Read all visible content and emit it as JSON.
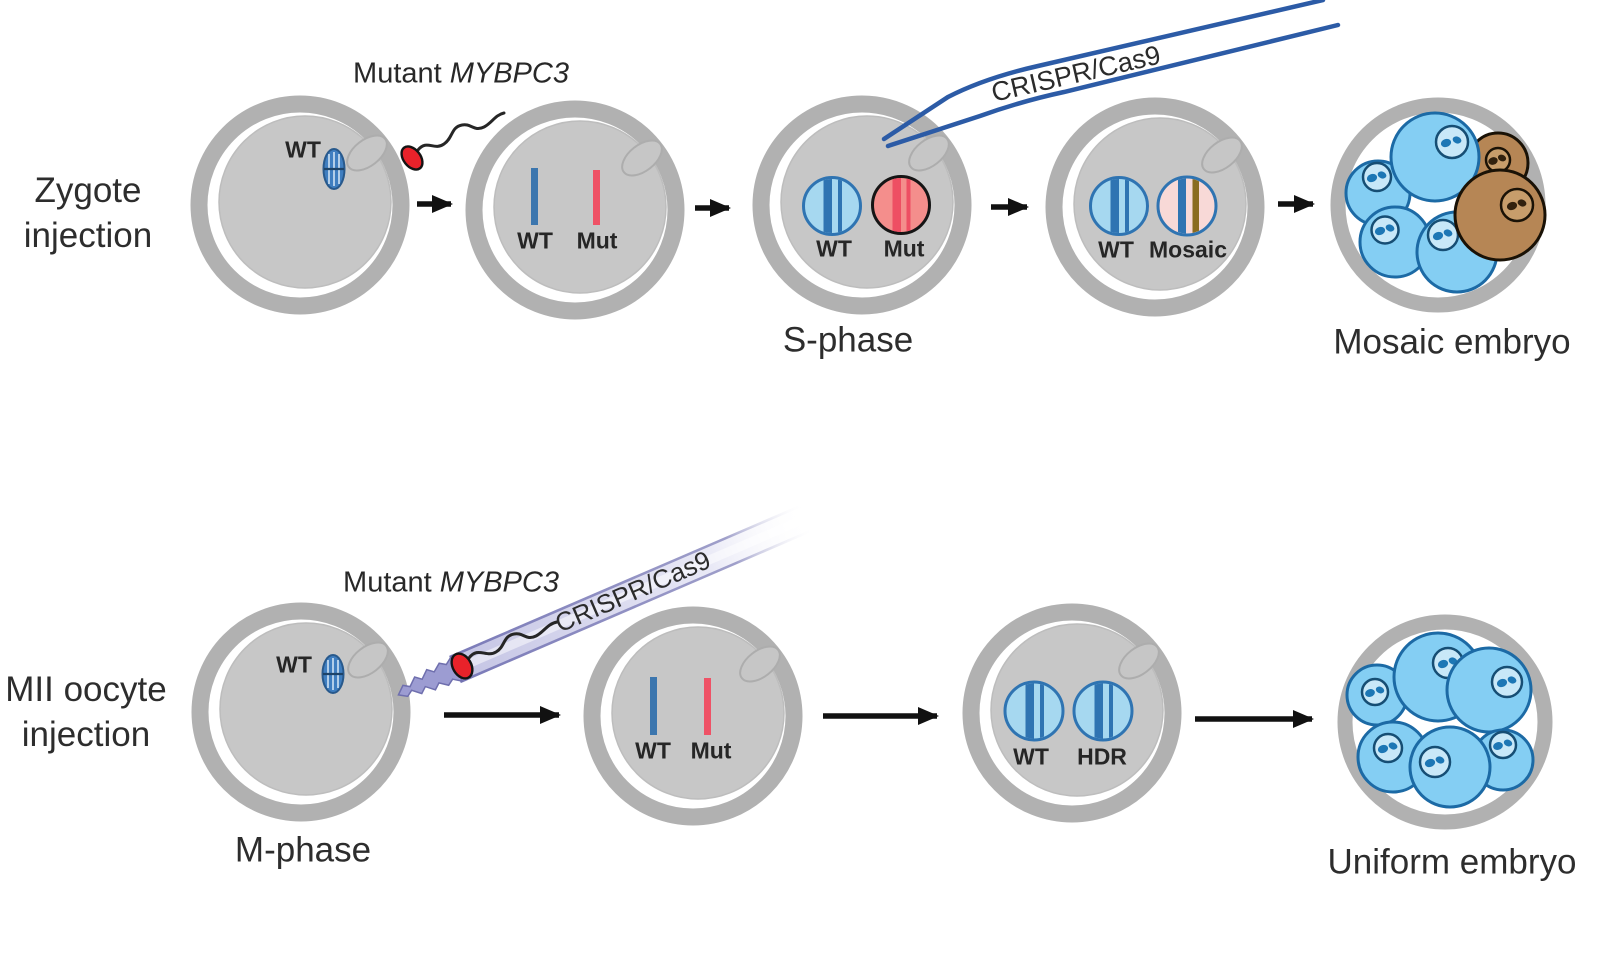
{
  "figure": {
    "top_row": {
      "row_label": "Zygote injection",
      "sperm_label": {
        "prefix": "Mutant",
        "gene": "MYBPC3"
      },
      "pipette_label": "CRISPR/Cas9",
      "zygote_cell": {
        "spindle_label": "WT"
      },
      "pronuclear_cell": {
        "wt": "WT",
        "mut": "Mut"
      },
      "s_phase_cell": {
        "wt": "WT",
        "mut": "Mut",
        "caption": "S-phase"
      },
      "post_edit_cell": {
        "wt": "WT",
        "mosaic": "Mosaic"
      },
      "embryo": {
        "caption": "Mosaic embryo"
      }
    },
    "bottom_row": {
      "row_label": "MII oocyte injection",
      "sperm_label": {
        "prefix": "Mutant",
        "gene": "MYBPC3"
      },
      "pipette_label": "CRISPR/Cas9",
      "oocyte_cell": {
        "spindle_label": "WT",
        "caption": "M-phase"
      },
      "pronuclear_cell": {
        "wt": "WT",
        "mut": "Mut"
      },
      "post_edit_cell": {
        "wt": "WT",
        "hdr": "HDR"
      },
      "embryo": {
        "caption": "Uniform embryo"
      }
    },
    "icons": {
      "sperm": "sperm-icon",
      "spindle": "metaphase-spindle-icon",
      "polar_body": "polar-body-icon",
      "glass_pipette": "glass-micropipette-icon",
      "injection_pipette": "injection-micropipette-icon",
      "arrow": "flow-arrow-icon"
    },
    "colors": {
      "zona_ring": "#b1b1b1",
      "cytoplasm": "#c7c7c7",
      "wt_blue": "#3c76ae",
      "mut_red": "#ef5266",
      "wt_nucleus_fill": "#a6d8f0",
      "mut_nucleus_fill": "#f48e8c",
      "mosaic_nucleus_fill": "#f8d9d7",
      "mosaic_brown_stripe": "#8a6b1f",
      "blastomere_blue": "#84cef3",
      "blastomere_blue_stroke": "#1c6aa5",
      "blastomere_brown": "#b68655",
      "pipette_blue": "#2c5ba6",
      "pipette_lavender": "#c4c4e4",
      "sperm_red": "#e8222a",
      "text": "#333333",
      "arrow": "#111111"
    }
  }
}
